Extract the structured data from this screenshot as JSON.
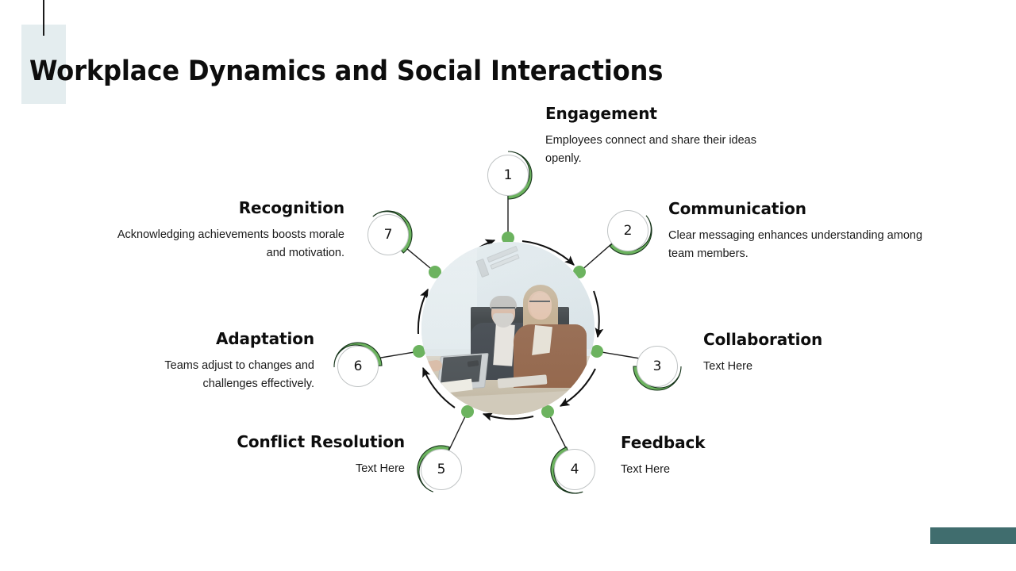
{
  "slide": {
    "title": "Workplace Dynamics and Social Interactions",
    "accent_green": "#6cb35f",
    "accent_teal": "#406d6e",
    "accent_panel": "#e4edef",
    "text_color": "#0d0d0d"
  },
  "center": {
    "image_alt": "two colleagues in a meeting room working on laptops"
  },
  "steps": [
    {
      "number": "1",
      "heading": "Engagement",
      "body": "Employees connect and share their ideas openly.",
      "align": "left"
    },
    {
      "number": "2",
      "heading": "Communication",
      "body": "Clear messaging enhances understanding among team members.",
      "align": "left"
    },
    {
      "number": "3",
      "heading": "Collaboration",
      "body": "Text Here",
      "align": "left"
    },
    {
      "number": "4",
      "heading": "Feedback",
      "body": "Text Here",
      "align": "left"
    },
    {
      "number": "5",
      "heading": "Conflict Resolution",
      "body": "Text Here",
      "align": "right"
    },
    {
      "number": "6",
      "heading": "Adaptation",
      "body": "Teams adjust to changes and challenges effectively.",
      "align": "right"
    },
    {
      "number": "7",
      "heading": "Recognition",
      "body": "Acknowledging achievements boosts morale and motivation.",
      "align": "right"
    }
  ]
}
